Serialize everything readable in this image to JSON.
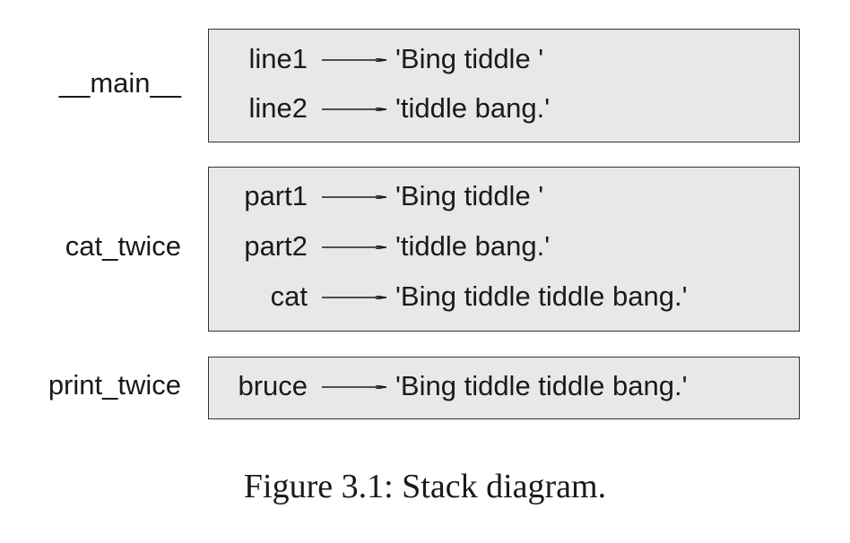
{
  "frames": [
    {
      "name": "__main__",
      "vars": [
        {
          "name": "line1",
          "value": "'Bing tiddle '"
        },
        {
          "name": "line2",
          "value": "'tiddle bang.'"
        }
      ]
    },
    {
      "name": "cat_twice",
      "vars": [
        {
          "name": "part1",
          "value": "'Bing tiddle '"
        },
        {
          "name": "part2",
          "value": "'tiddle bang.'"
        },
        {
          "name": "cat",
          "value": "'Bing tiddle tiddle bang.'"
        }
      ]
    },
    {
      "name": "print_twice",
      "vars": [
        {
          "name": "bruce",
          "value": "'Bing tiddle tiddle bang.'"
        }
      ]
    }
  ],
  "caption": "Figure 3.1: Stack diagram."
}
